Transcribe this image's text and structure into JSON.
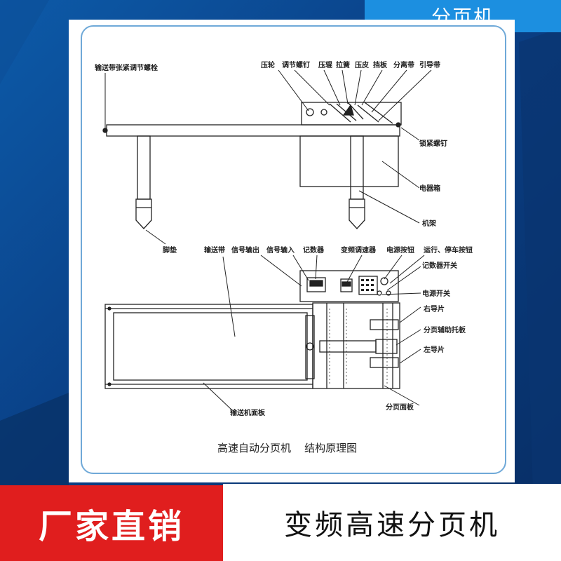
{
  "header_tag": "分页机",
  "labels": {
    "belt_tension_bolt": "输送带张紧调节螺栓",
    "press_wheel": "压轮",
    "adjust_screw": "调节螺钉",
    "press_roller": "压辊",
    "spring": "拉簧",
    "press_skin": "压皮",
    "baffle": "挡板",
    "separation_belt": "分离带",
    "guide_belt": "引导带",
    "lock_screw": "锁紧螺钉",
    "electric_box": "电器箱",
    "frame": "机架",
    "foot_pad": "脚垫",
    "conveyor_belt": "输送带",
    "signal_output": "信号输出",
    "signal_input": "信号输入",
    "counter": "记数器",
    "vfd": "变频调速器",
    "power_button": "电源按钮",
    "run_stop_button": "运行、停车按钮",
    "counter_switch": "记数器开关",
    "power_switch": "电源开关",
    "right_guide": "右导片",
    "aux_plate": "分页辅助托板",
    "left_guide": "左导片",
    "conveyor_panel": "输送机面板",
    "paging_panel": "分页面板"
  },
  "caption": "高速自动分页机    结构原理图",
  "banner_left": "厂家直销",
  "banner_right": "变频高速分页机"
}
